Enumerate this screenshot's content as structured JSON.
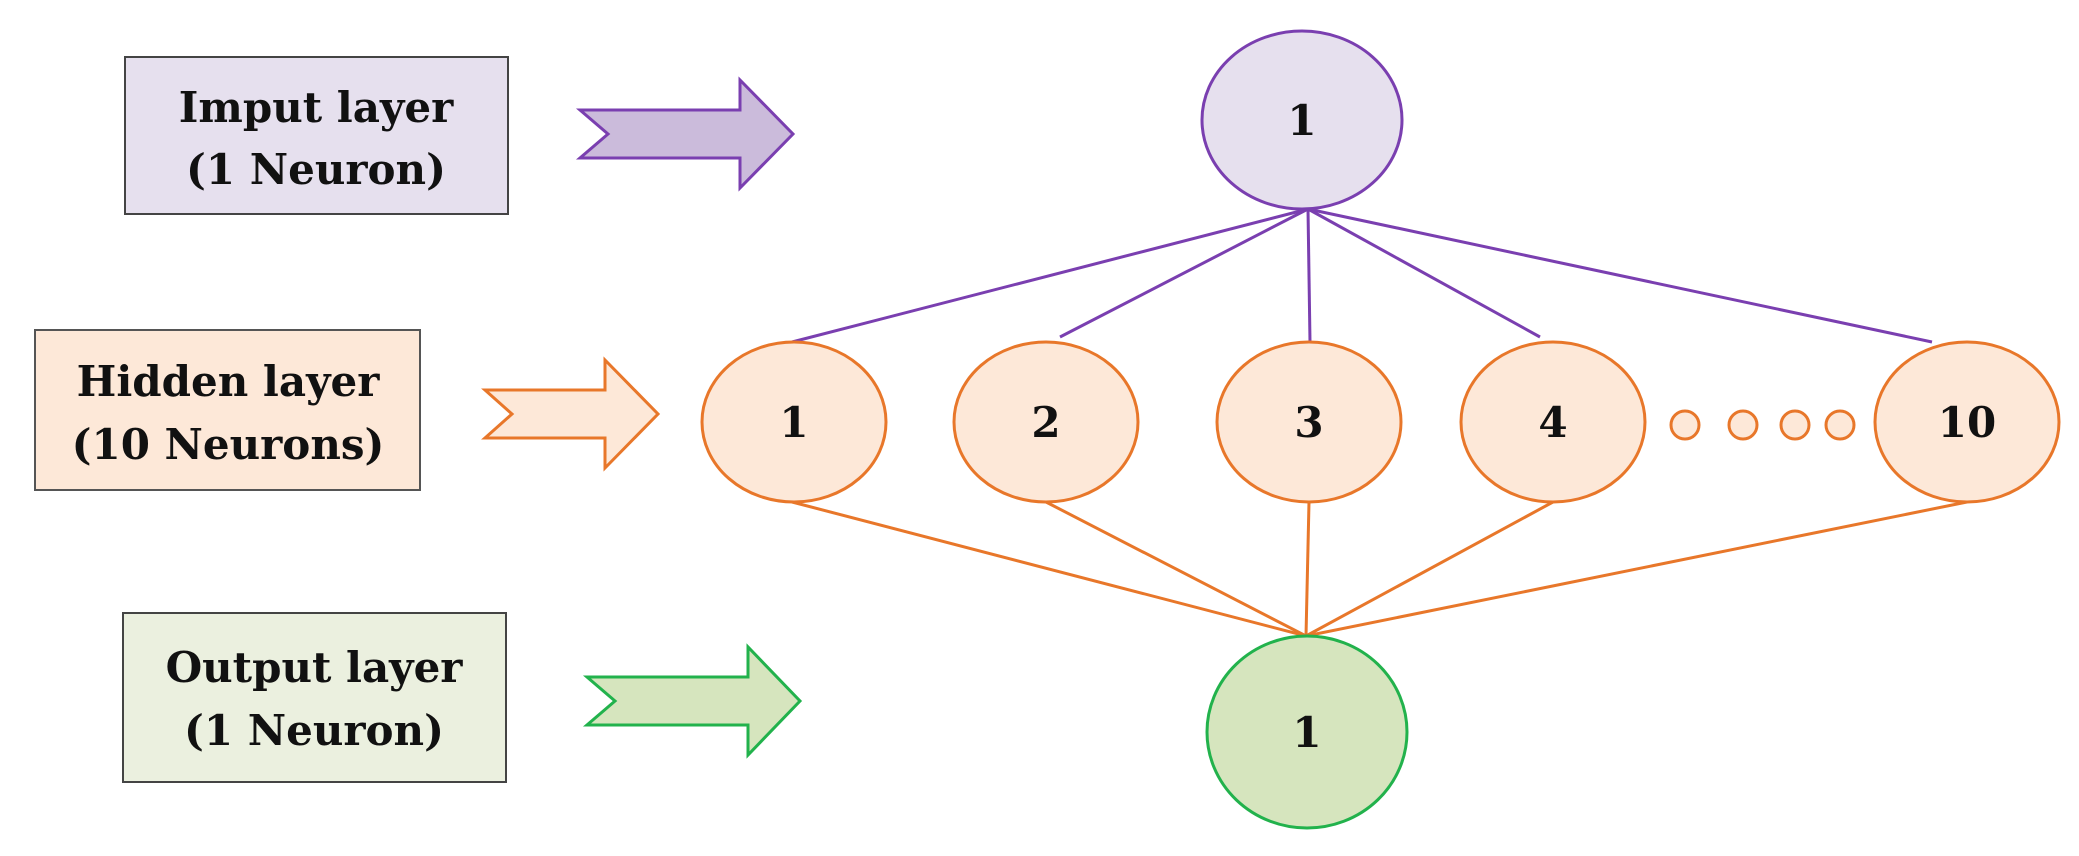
{
  "colors": {
    "input_stroke": "#7a3fb0",
    "input_fill": "#e6e0ee",
    "input_arrow_fill": "#cbbbdb",
    "hidden_stroke": "#e8772a",
    "hidden_fill": "#fde8d8",
    "hidden_box_stroke": "#555555",
    "output_stroke": "#22b24c",
    "output_fill": "#d6e5be",
    "output_box_fill": "#ebf0df",
    "box_stroke": "#444444"
  },
  "layers": {
    "input": {
      "line1": "Imput layer",
      "line2": "(1 Neuron)"
    },
    "hidden": {
      "line1": "Hidden layer",
      "line2": "(10 Neurons)"
    },
    "output": {
      "line1": "Output layer",
      "line2": "(1 Neuron)"
    }
  },
  "nodes": {
    "input": [
      "1"
    ],
    "hidden": [
      "1",
      "2",
      "3",
      "4",
      "10"
    ],
    "output": [
      "1"
    ]
  },
  "ellipsis_dots": 4,
  "icons": {
    "input_arrow": "arrow-right-icon",
    "hidden_arrow": "arrow-right-icon",
    "output_arrow": "arrow-right-icon"
  }
}
